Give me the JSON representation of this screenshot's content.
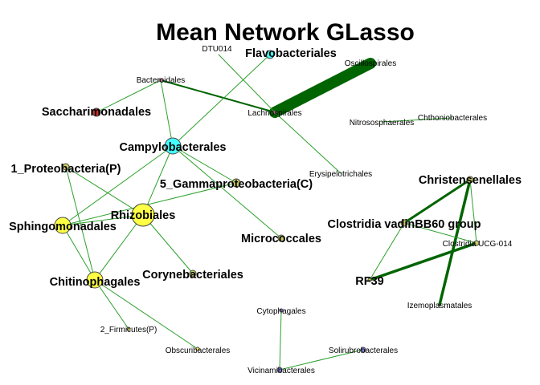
{
  "title": "Mean Network GLasso",
  "colors": {
    "edge_positive": "#2ca02c",
    "edge_strong": "#006400",
    "yellow": "#ffff44",
    "cyan": "#44ffff",
    "red": "#cc3333",
    "blue": "#8888ee",
    "pink": "#ff77bb",
    "olive": "#cccc66"
  },
  "nodes": [
    {
      "id": "DTU014",
      "label": "DTU014"
    },
    {
      "id": "Flavobacteriales",
      "label": "Flavobacteriales"
    },
    {
      "id": "Oscillospirales",
      "label": "Oscillospirales"
    },
    {
      "id": "Bacteroidales",
      "label": "Bacteroidales"
    },
    {
      "id": "Saccharimonadales",
      "label": "Saccharimonadales"
    },
    {
      "id": "Lachnospirales",
      "label": "Lachnospirales"
    },
    {
      "id": "Nitrososphaerales",
      "label": "Nitrososphaerales"
    },
    {
      "id": "Chthoniobacterales",
      "label": "Chthoniobacterales"
    },
    {
      "id": "Campylobacterales",
      "label": "Campylobacterales"
    },
    {
      "id": "1_Proteobacteria(P)",
      "label": "1_Proteobacteria(P)"
    },
    {
      "id": "Erysipelotrichales",
      "label": "Erysipelotrichales"
    },
    {
      "id": "Christensenellales",
      "label": "Christensenellales"
    },
    {
      "id": "5_Gammaproteobacteria(C)",
      "label": "5_Gammaproteobacteria(C)"
    },
    {
      "id": "Rhizobiales",
      "label": "Rhizobiales"
    },
    {
      "id": "Sphingomonadales",
      "label": "Sphingomonadales"
    },
    {
      "id": "Clostridia vadinBB60 group",
      "label": "Clostridia vadinBB60 group"
    },
    {
      "id": "Micrococcales",
      "label": "Micrococcales"
    },
    {
      "id": "Clostridia UCG-014",
      "label": "Clostridia UCG-014"
    },
    {
      "id": "Corynebacteriales",
      "label": "Corynebacteriales"
    },
    {
      "id": "Chitinophagales",
      "label": "Chitinophagales"
    },
    {
      "id": "RF39",
      "label": "RF39"
    },
    {
      "id": "Izemoplasmatales",
      "label": "Izemoplasmatales"
    },
    {
      "id": "Cytophagales",
      "label": "Cytophagales"
    },
    {
      "id": "2_Firmicutes(P)",
      "label": "2_Firmicutes(P)"
    },
    {
      "id": "Solirubrobacterales",
      "label": "Solirubrobacterales"
    },
    {
      "id": "Obscuribacterales",
      "label": "Obscuribacterales"
    },
    {
      "id": "Vicinamibacterales",
      "label": "Vicinamibacterales"
    }
  ],
  "edges": [
    {
      "source": "Lachnospirales",
      "target": "Oscillospirales",
      "weight": 14,
      "strength": "strong"
    },
    {
      "source": "Bacteroidales",
      "target": "Lachnospirales",
      "weight": 2,
      "strength": "strong"
    },
    {
      "source": "Clostridia vadinBB60 group",
      "target": "Christensenellales",
      "weight": 3,
      "strength": "strong"
    },
    {
      "source": "Christensenellales",
      "target": "Izemoplasmatales",
      "weight": 3.5,
      "strength": "strong"
    },
    {
      "source": "RF39",
      "target": "Clostridia UCG-014",
      "weight": 3.5,
      "strength": "strong"
    },
    {
      "source": "Clostridia vadinBB60 group",
      "target": "Clostridia UCG-014",
      "weight": 1,
      "strength": "normal"
    },
    {
      "source": "Christensenellales",
      "target": "Clostridia UCG-014",
      "weight": 1,
      "strength": "normal"
    },
    {
      "source": "RF39",
      "target": "Clostridia vadinBB60 group",
      "weight": 1,
      "strength": "normal"
    },
    {
      "source": "Lachnospirales",
      "target": "Erysipelotrichales",
      "weight": 1,
      "strength": "normal"
    },
    {
      "source": "Lachnospirales",
      "target": "DTU014",
      "weight": 1,
      "strength": "normal"
    },
    {
      "source": "Flavobacteriales",
      "target": "Campylobacterales",
      "weight": 1,
      "strength": "normal"
    },
    {
      "source": "Bacteroidales",
      "target": "Campylobacterales",
      "weight": 1,
      "strength": "normal"
    },
    {
      "source": "Saccharimonadales",
      "target": "Bacteroidales",
      "weight": 1,
      "strength": "normal"
    },
    {
      "source": "Campylobacterales",
      "target": "Rhizobiales",
      "weight": 1,
      "strength": "normal"
    },
    {
      "source": "Campylobacterales",
      "target": "Sphingomonadales",
      "weight": 1,
      "strength": "normal"
    },
    {
      "source": "Campylobacterales",
      "target": "Micrococcales",
      "weight": 1,
      "strength": "normal"
    },
    {
      "source": "Campylobacterales",
      "target": "5_Gammaproteobacteria(C)",
      "weight": 1,
      "strength": "normal"
    },
    {
      "source": "1_Proteobacteria(P)",
      "target": "Rhizobiales",
      "weight": 1,
      "strength": "normal"
    },
    {
      "source": "1_Proteobacteria(P)",
      "target": "Chitinophagales",
      "weight": 1,
      "strength": "normal"
    },
    {
      "source": "5_Gammaproteobacteria(C)",
      "target": "Sphingomonadales",
      "weight": 1,
      "strength": "normal"
    },
    {
      "source": "Rhizobiales",
      "target": "Sphingomonadales",
      "weight": 1,
      "strength": "normal"
    },
    {
      "source": "Rhizobiales",
      "target": "Chitinophagales",
      "weight": 1,
      "strength": "normal"
    },
    {
      "source": "Rhizobiales",
      "target": "Corynebacteriales",
      "weight": 1,
      "strength": "normal"
    },
    {
      "source": "Sphingomonadales",
      "target": "Chitinophagales",
      "weight": 1,
      "strength": "normal"
    },
    {
      "source": "Chitinophagales",
      "target": "2_Firmicutes(P)",
      "weight": 1,
      "strength": "normal"
    },
    {
      "source": "Chitinophagales",
      "target": "Obscuribacterales",
      "weight": 1,
      "strength": "normal"
    },
    {
      "source": "Cytophagales",
      "target": "Vicinamibacterales",
      "weight": 1,
      "strength": "normal"
    },
    {
      "source": "Vicinamibacterales",
      "target": "Solirubrobacterales",
      "weight": 1,
      "strength": "normal"
    },
    {
      "source": "Nitrososphaerales",
      "target": "Chthoniobacterales",
      "weight": 1,
      "strength": "normal"
    }
  ]
}
